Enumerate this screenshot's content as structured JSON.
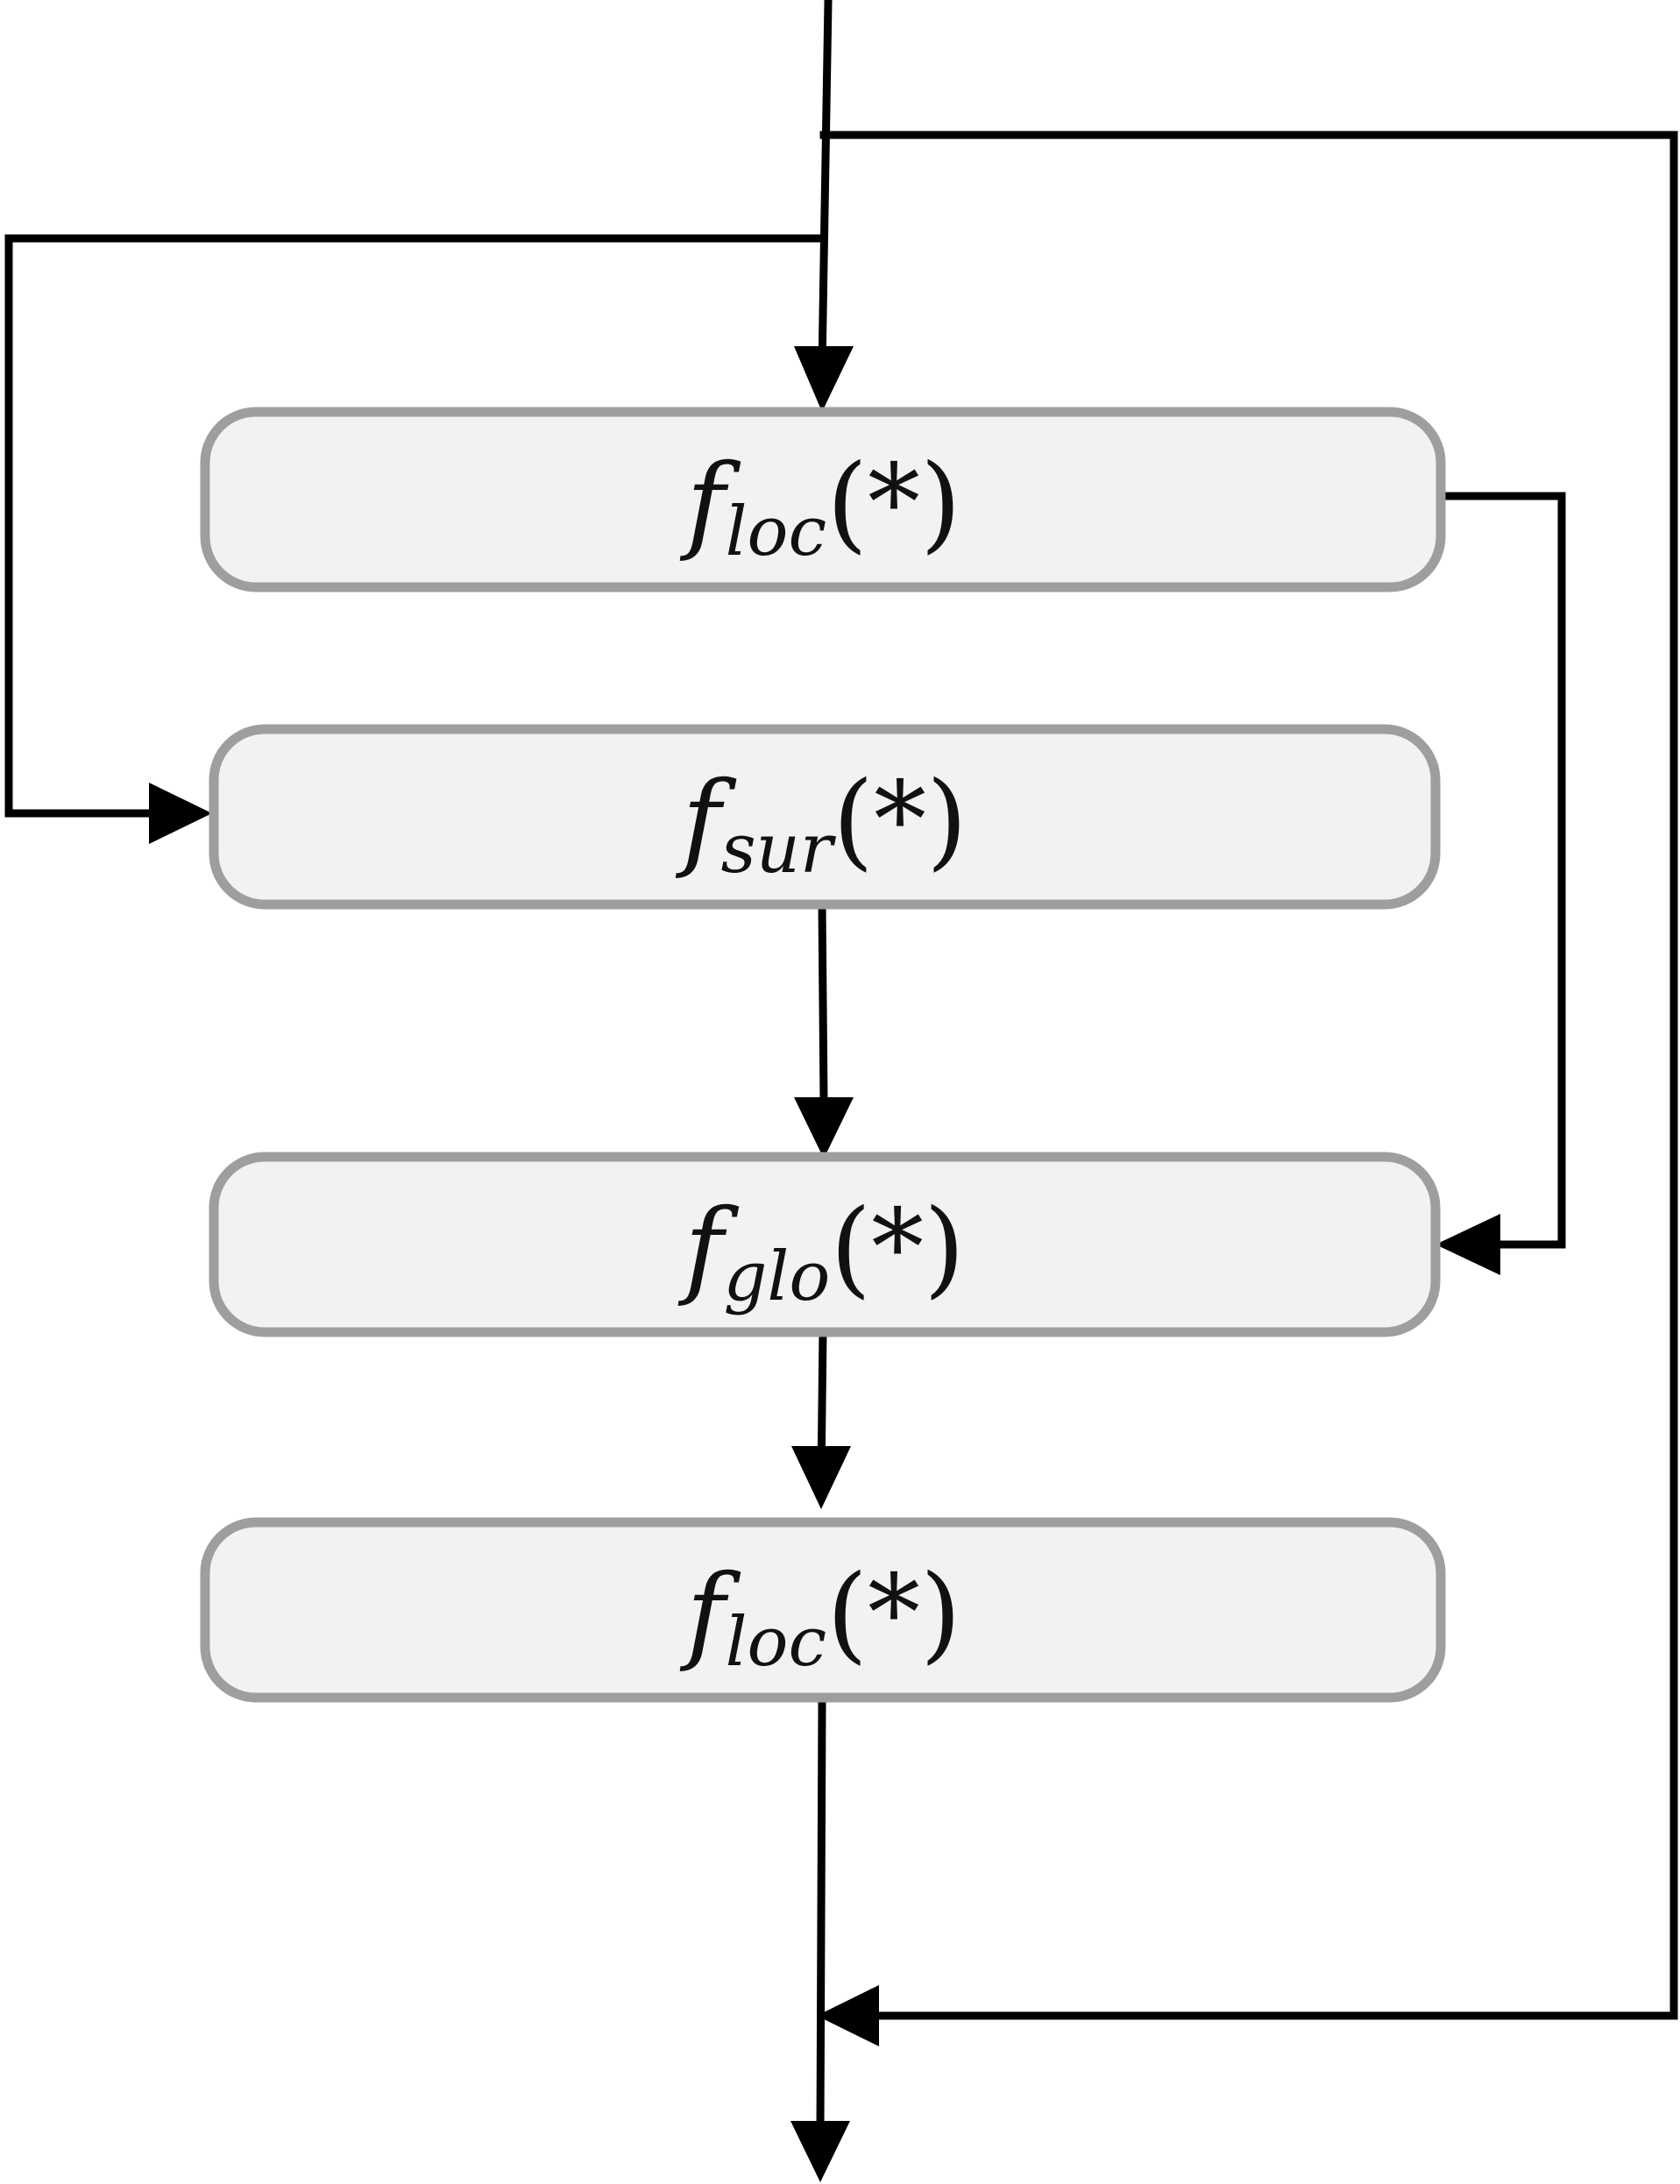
{
  "diagram": {
    "blocks": [
      {
        "id": "block-1",
        "func": "f",
        "sub": "loc",
        "arg": "(*)"
      },
      {
        "id": "block-2",
        "func": "f",
        "sub": "sur",
        "arg": "(*)"
      },
      {
        "id": "block-3",
        "func": "f",
        "sub": "glo",
        "arg": "(*)"
      },
      {
        "id": "block-4",
        "func": "f",
        "sub": "loc",
        "arg": "(*)"
      }
    ],
    "colors": {
      "box_fill": "#f2f2f2",
      "box_stroke": "#9e9e9e",
      "line": "#000000"
    }
  }
}
